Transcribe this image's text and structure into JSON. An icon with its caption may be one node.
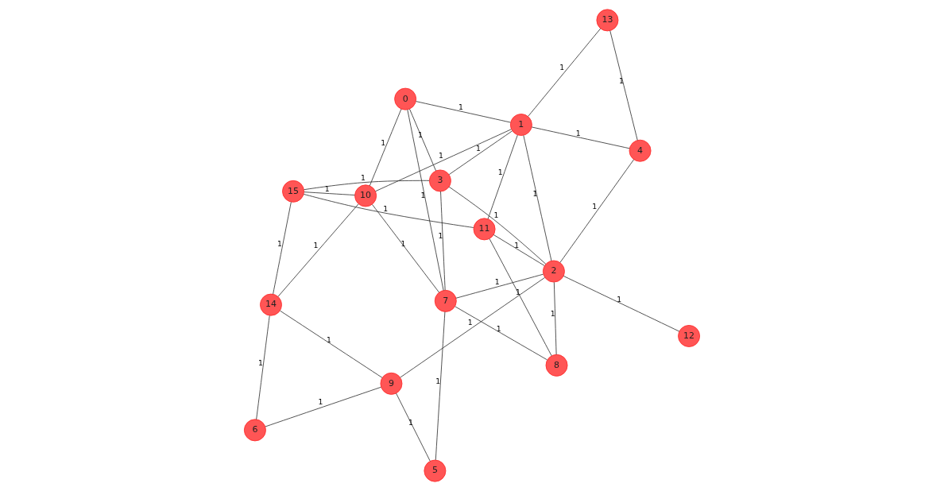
{
  "diagram": {
    "nodes": [
      {
        "text": [
          "0"
        ]
      },
      {
        "text": [
          "1"
        ]
      },
      {
        "text": [
          "2"
        ]
      },
      {
        "text": [
          "3"
        ]
      },
      {
        "text": [
          "4"
        ]
      },
      {
        "text": [
          "5"
        ]
      },
      {
        "text": [
          "6"
        ]
      },
      {
        "text": [
          "7"
        ]
      },
      {
        "text": [
          "8"
        ]
      },
      {
        "text": [
          "9"
        ]
      },
      {
        "text": [
          "10"
        ]
      },
      {
        "text": [
          "11"
        ]
      },
      {
        "text": [
          "12"
        ]
      },
      {
        "text": [
          "13"
        ]
      },
      {
        "text": [
          "14"
        ]
      },
      {
        "text": [
          "15"
        ]
      }
    ],
    "edges": [
      {
        "from": 12,
        "to": 2,
        "arrow": "none",
        "label": "1"
      },
      {
        "from": 8,
        "to": 2,
        "arrow": "none",
        "label": "1"
      },
      {
        "from": 9,
        "to": 2,
        "arrow": "none",
        "label": "1"
      },
      {
        "from": 2,
        "to": 4,
        "arrow": "none",
        "label": "1"
      },
      {
        "from": 4,
        "to": 13,
        "arrow": "none",
        "label": "1"
      },
      {
        "from": 4,
        "to": 1,
        "arrow": "none",
        "label": "1"
      },
      {
        "from": 13,
        "to": 1,
        "arrow": "none",
        "label": "1"
      },
      {
        "from": 2,
        "to": 1,
        "arrow": "none",
        "label": "1"
      },
      {
        "from": 2,
        "to": 11,
        "arrow": "none",
        "label": "1"
      },
      {
        "from": 2,
        "to": 3,
        "arrow": "none",
        "label": "1"
      },
      {
        "from": 2,
        "to": 7,
        "arrow": "none",
        "label": "1"
      },
      {
        "from": 8,
        "to": 7,
        "arrow": "none",
        "label": "1"
      },
      {
        "from": 8,
        "to": 11,
        "arrow": "none",
        "label": "1"
      },
      {
        "from": 11,
        "to": 1,
        "arrow": "none",
        "label": "1"
      },
      {
        "from": 11,
        "to": 15,
        "arrow": "none",
        "label": "1"
      },
      {
        "from": 6,
        "to": 9,
        "arrow": "none",
        "label": "1"
      },
      {
        "from": 6,
        "to": 14,
        "arrow": "none",
        "label": "1"
      },
      {
        "from": 9,
        "to": 5,
        "arrow": "none",
        "label": "1"
      },
      {
        "from": 9,
        "to": 14,
        "arrow": "none",
        "label": "1"
      },
      {
        "from": 5,
        "to": 7,
        "arrow": "none",
        "label": "1"
      },
      {
        "from": 7,
        "to": 3,
        "arrow": "none",
        "label": "1"
      },
      {
        "from": 7,
        "to": 10,
        "arrow": "none",
        "label": "1"
      },
      {
        "from": 7,
        "to": 0,
        "arrow": "none",
        "label": "1"
      },
      {
        "from": 1,
        "to": 3,
        "arrow": "none",
        "label": "1"
      },
      {
        "from": 1,
        "to": 10,
        "arrow": "none",
        "label": "1"
      },
      {
        "from": 1,
        "to": 0,
        "arrow": "none",
        "label": "1"
      },
      {
        "from": 3,
        "to": 15,
        "arrow": "none",
        "label": "1"
      },
      {
        "from": 3,
        "to": 0,
        "arrow": "none",
        "label": "1"
      },
      {
        "from": 14,
        "to": 15,
        "arrow": "none",
        "label": "1"
      },
      {
        "from": 14,
        "to": 10,
        "arrow": "none",
        "label": "1"
      },
      {
        "from": 15,
        "to": 10,
        "arrow": "none",
        "label": "1"
      },
      {
        "from": 10,
        "to": 0,
        "arrow": "none",
        "label": "1"
      }
    ]
  }
}
